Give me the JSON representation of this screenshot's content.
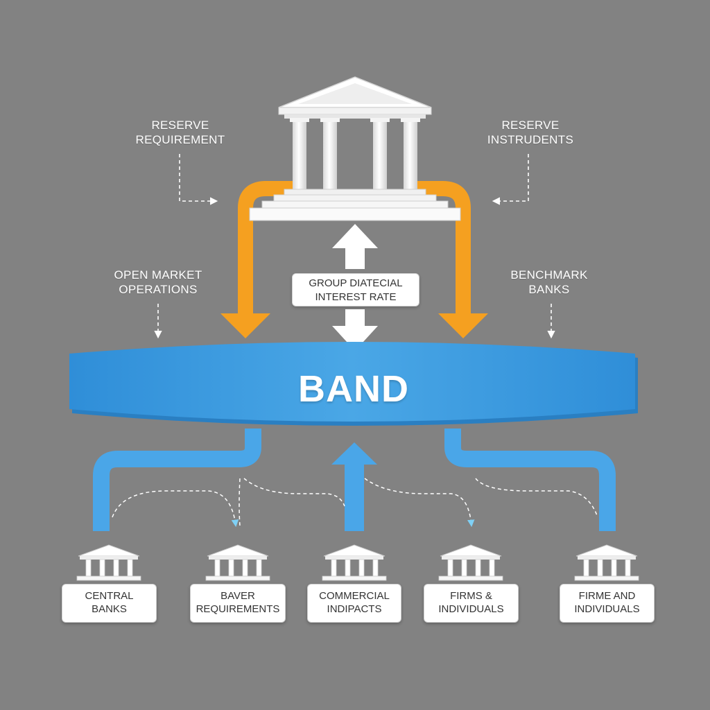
{
  "colors": {
    "background": "#828282",
    "band_blue": "#3d9be0",
    "flow_blue": "#4aa6e8",
    "orange": "#f5a020",
    "white": "#ffffff",
    "text_dark": "#333333"
  },
  "labels": {
    "reserve_requirement": [
      "RESERVE",
      "REQUIREMENT"
    ],
    "reserve_instruments": [
      "RESERVE",
      "INSTRUDENTS"
    ],
    "open_market_operations": [
      "OPEN MARKET",
      "OPERATIONS"
    ],
    "benchmark_banks": [
      "BENCHMARK",
      "BANKS"
    ]
  },
  "rate_box": [
    "GROUP DIATECIAL",
    "INTEREST RATE"
  ],
  "band_label": "BAND",
  "nodes": [
    {
      "lines": [
        "CENTRAL",
        "BANKS"
      ],
      "icon": "bank-icon"
    },
    {
      "lines": [
        "BAVER",
        "REQUIREMENTS"
      ],
      "icon": "bank-icon"
    },
    {
      "lines": [
        "COMMERCIAL",
        "INDIPACTS"
      ],
      "icon": "bank-icon"
    },
    {
      "lines": [
        "FIRMS &",
        "INDIVIDUALS"
      ],
      "icon": "bank-icon"
    },
    {
      "lines": [
        "FIRME AND",
        "INDIVIDUALS"
      ],
      "icon": "bank-icon"
    }
  ],
  "icons": {
    "main": "central-bank-building-icon"
  }
}
